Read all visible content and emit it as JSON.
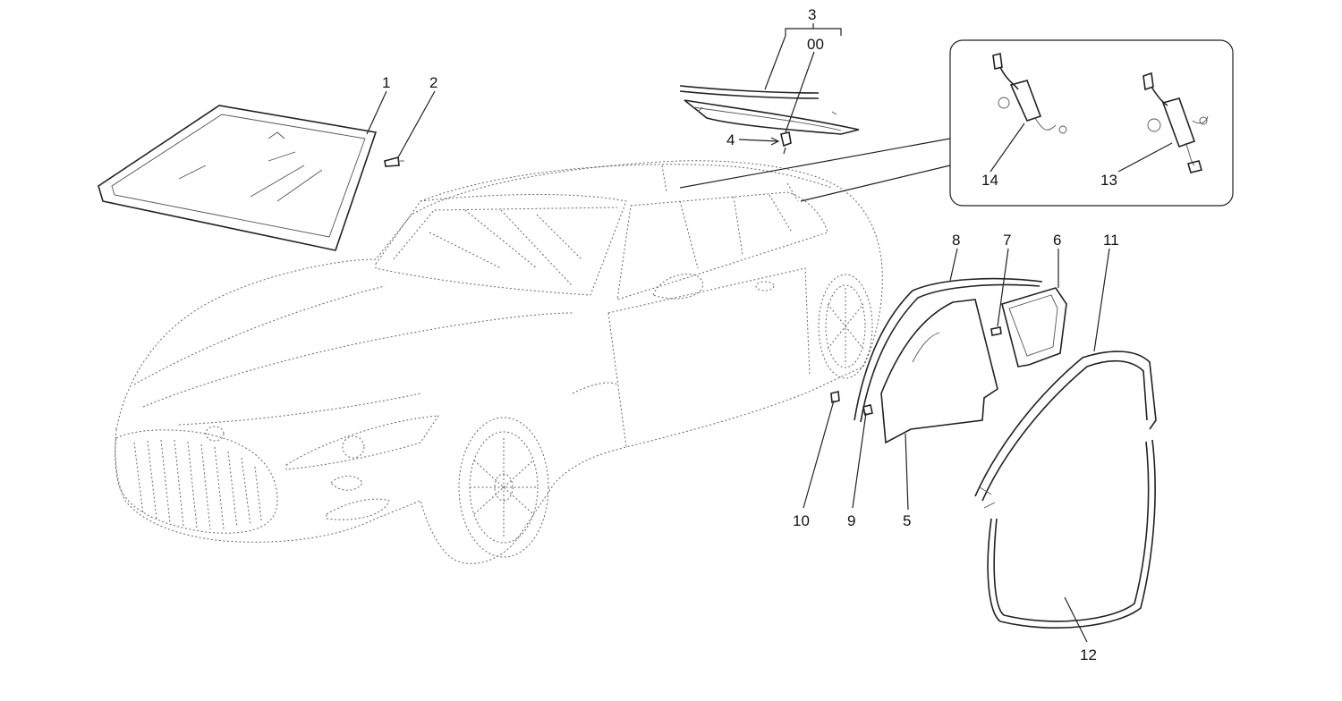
{
  "diagram": {
    "callouts": [
      {
        "id": "c1",
        "text": "1"
      },
      {
        "id": "c2",
        "text": "2"
      },
      {
        "id": "c3",
        "text": "3"
      },
      {
        "id": "c00",
        "text": "00"
      },
      {
        "id": "c4",
        "text": "4"
      },
      {
        "id": "c5",
        "text": "5"
      },
      {
        "id": "c6",
        "text": "6"
      },
      {
        "id": "c7",
        "text": "7"
      },
      {
        "id": "c8",
        "text": "8"
      },
      {
        "id": "c9",
        "text": "9"
      },
      {
        "id": "c10",
        "text": "10"
      },
      {
        "id": "c11",
        "text": "11"
      },
      {
        "id": "c12",
        "text": "12"
      },
      {
        "id": "c13",
        "text": "13"
      },
      {
        "id": "c14",
        "text": "14"
      }
    ],
    "colors": {
      "line": "#222222",
      "car": "#666666",
      "background": "#ffffff"
    }
  }
}
